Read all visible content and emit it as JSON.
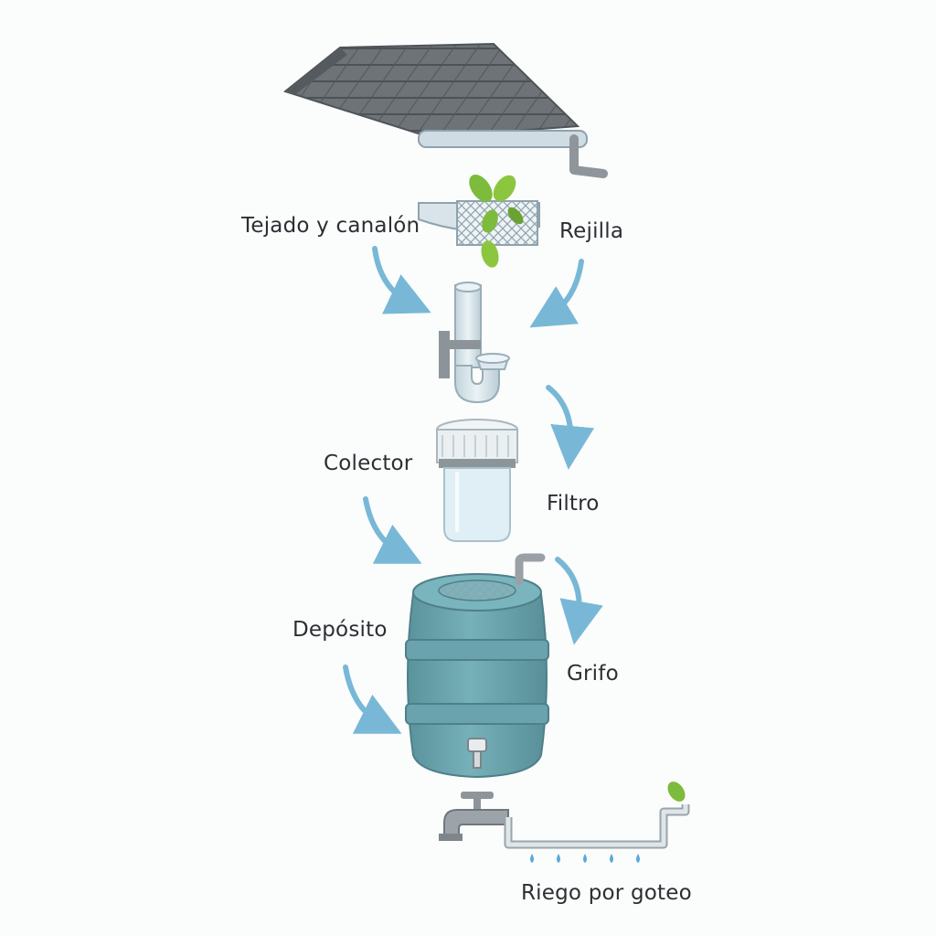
{
  "labels": {
    "roof_gutter": "Tejado y canalón",
    "screen": "Rejilla",
    "collector": "Colector",
    "filter": "Filtro",
    "tank": "Depósito",
    "tap": "Grifo",
    "drip_irrigation": "Riego por goteo"
  },
  "colors": {
    "arrow": "#78b8d6",
    "roof": "#6e7378",
    "gutter": "#c9d7de",
    "pipe": "#d4e2e9",
    "leaf": "#7dbb3c",
    "tank": "#6aa3ad",
    "tap_metal": "#9aa1a6",
    "drip": "#5aaad8"
  }
}
